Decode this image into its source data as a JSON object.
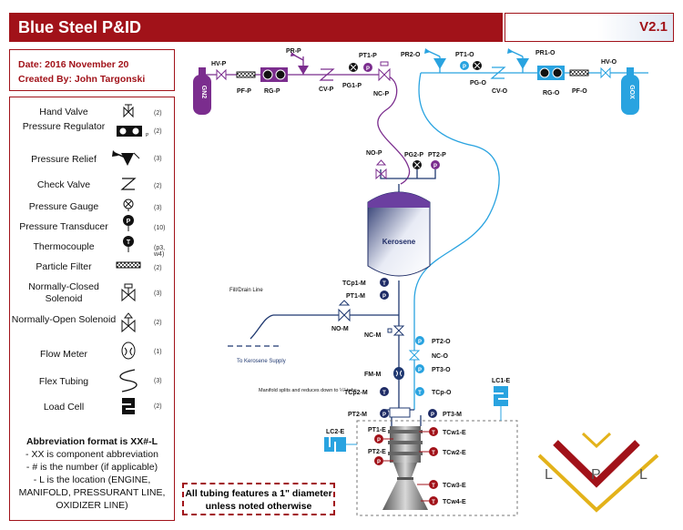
{
  "header": {
    "title": "Blue Steel P&ID",
    "version": "V2.1"
  },
  "info": {
    "date": "Date: 2016 November 20",
    "created_by": "Created By: John Targonski"
  },
  "legend": {
    "items": [
      {
        "label": "Hand Valve",
        "count": "(2)"
      },
      {
        "label": "Pressure Regulator",
        "count": "(2)"
      },
      {
        "label": "Pressure Relief",
        "count": "(3)"
      },
      {
        "label": "Check Valve",
        "count": "(2)"
      },
      {
        "label": "Pressure Gauge",
        "count": "(3)"
      },
      {
        "label": "Pressure Transducer",
        "count": "(10)"
      },
      {
        "label": "Thermocouple",
        "count": "(p3, w4)"
      },
      {
        "label": "Particle Filter",
        "count": "(2)"
      },
      {
        "label": "Normally-Closed Solenoid",
        "count": "(3)"
      },
      {
        "label": "Normally-Open Solenoid",
        "count": "(2)"
      },
      {
        "label": "Flow Meter",
        "count": "(1)"
      },
      {
        "label": "Flex Tubing",
        "count": "(3)"
      },
      {
        "label": "Load Cell",
        "count": "(2)"
      }
    ],
    "icon_letters": {
      "transducer": "P",
      "thermocouple": "T",
      "regulator_tag": "P"
    }
  },
  "abbreviation": {
    "heading": "Abbreviation format is XX#-L",
    "lines": [
      "- XX is component abbreviation",
      "- # is the number (if applicable)",
      "- L is the location (ENGINE, MANIFOLD, PRESSURANT LINE, OXIDIZER LINE)"
    ]
  },
  "note": "All tubing features a 1\" diameter unless noted otherwise",
  "diagram": {
    "colors": {
      "pressurant": "#7b2d8e",
      "oxidizer": "#29a3e0",
      "main": "#1f3870",
      "accent": "#a11219",
      "gold": "#e3b21a"
    },
    "bottles": {
      "n2": "GN2",
      "gox": "GOX"
    },
    "tank": "Kerosene",
    "logo_letters": [
      "L",
      "P",
      "L"
    ],
    "sensor_letters": {
      "p": "P",
      "t": "T"
    },
    "labels": {
      "hv_p": "HV-P",
      "pf_p": "PF-P",
      "rg_p": "RG-P",
      "pr_p": "PR-P",
      "cv_p": "CV-P",
      "pg1_p": "PG1-P",
      "pt1_p": "PT1-P",
      "nc_p": "NC-P",
      "pr2_o": "PR2-O",
      "pt1_o": "PT1-O",
      "pr1_o": "PR1-O",
      "pg_o": "PG-O",
      "cv_o": "CV-O",
      "rg_o": "RG-O",
      "pf_o": "PF-O",
      "hv_o": "HV-O",
      "no_p": "NO-P",
      "pg2_p": "PG2-P",
      "pt2_p": "PT2-P",
      "tcp1_m": "TCp1-M",
      "pt1_m": "PT1-M",
      "fill_line": "Fill/Drain Line",
      "no_m": "NO-M",
      "supply": "To Kerosene Supply",
      "nc_m": "NC-M",
      "pt2_o": "PT2-O",
      "nc_o": "NC-O",
      "pt3_o": "PT3-O",
      "fm_m": "FM-M",
      "manifold_note": "Manifold splits and reduces down to ¼\" tube",
      "tcp2_m": "TCp2-M",
      "tcp_o": "TCp-O",
      "pt2_m": "PT2-M",
      "pt3_m": "PT3-M",
      "lc1_e": "LC1-E",
      "lc2_e": "LC2-E",
      "pt1_e": "PT1-E",
      "pt2_e": "PT2-E",
      "tcw1_e": "TCw1-E",
      "tcw2_e": "TCw2-E",
      "tcw3_e": "TCw3-E",
      "tcw4_e": "TCw4-E"
    }
  }
}
